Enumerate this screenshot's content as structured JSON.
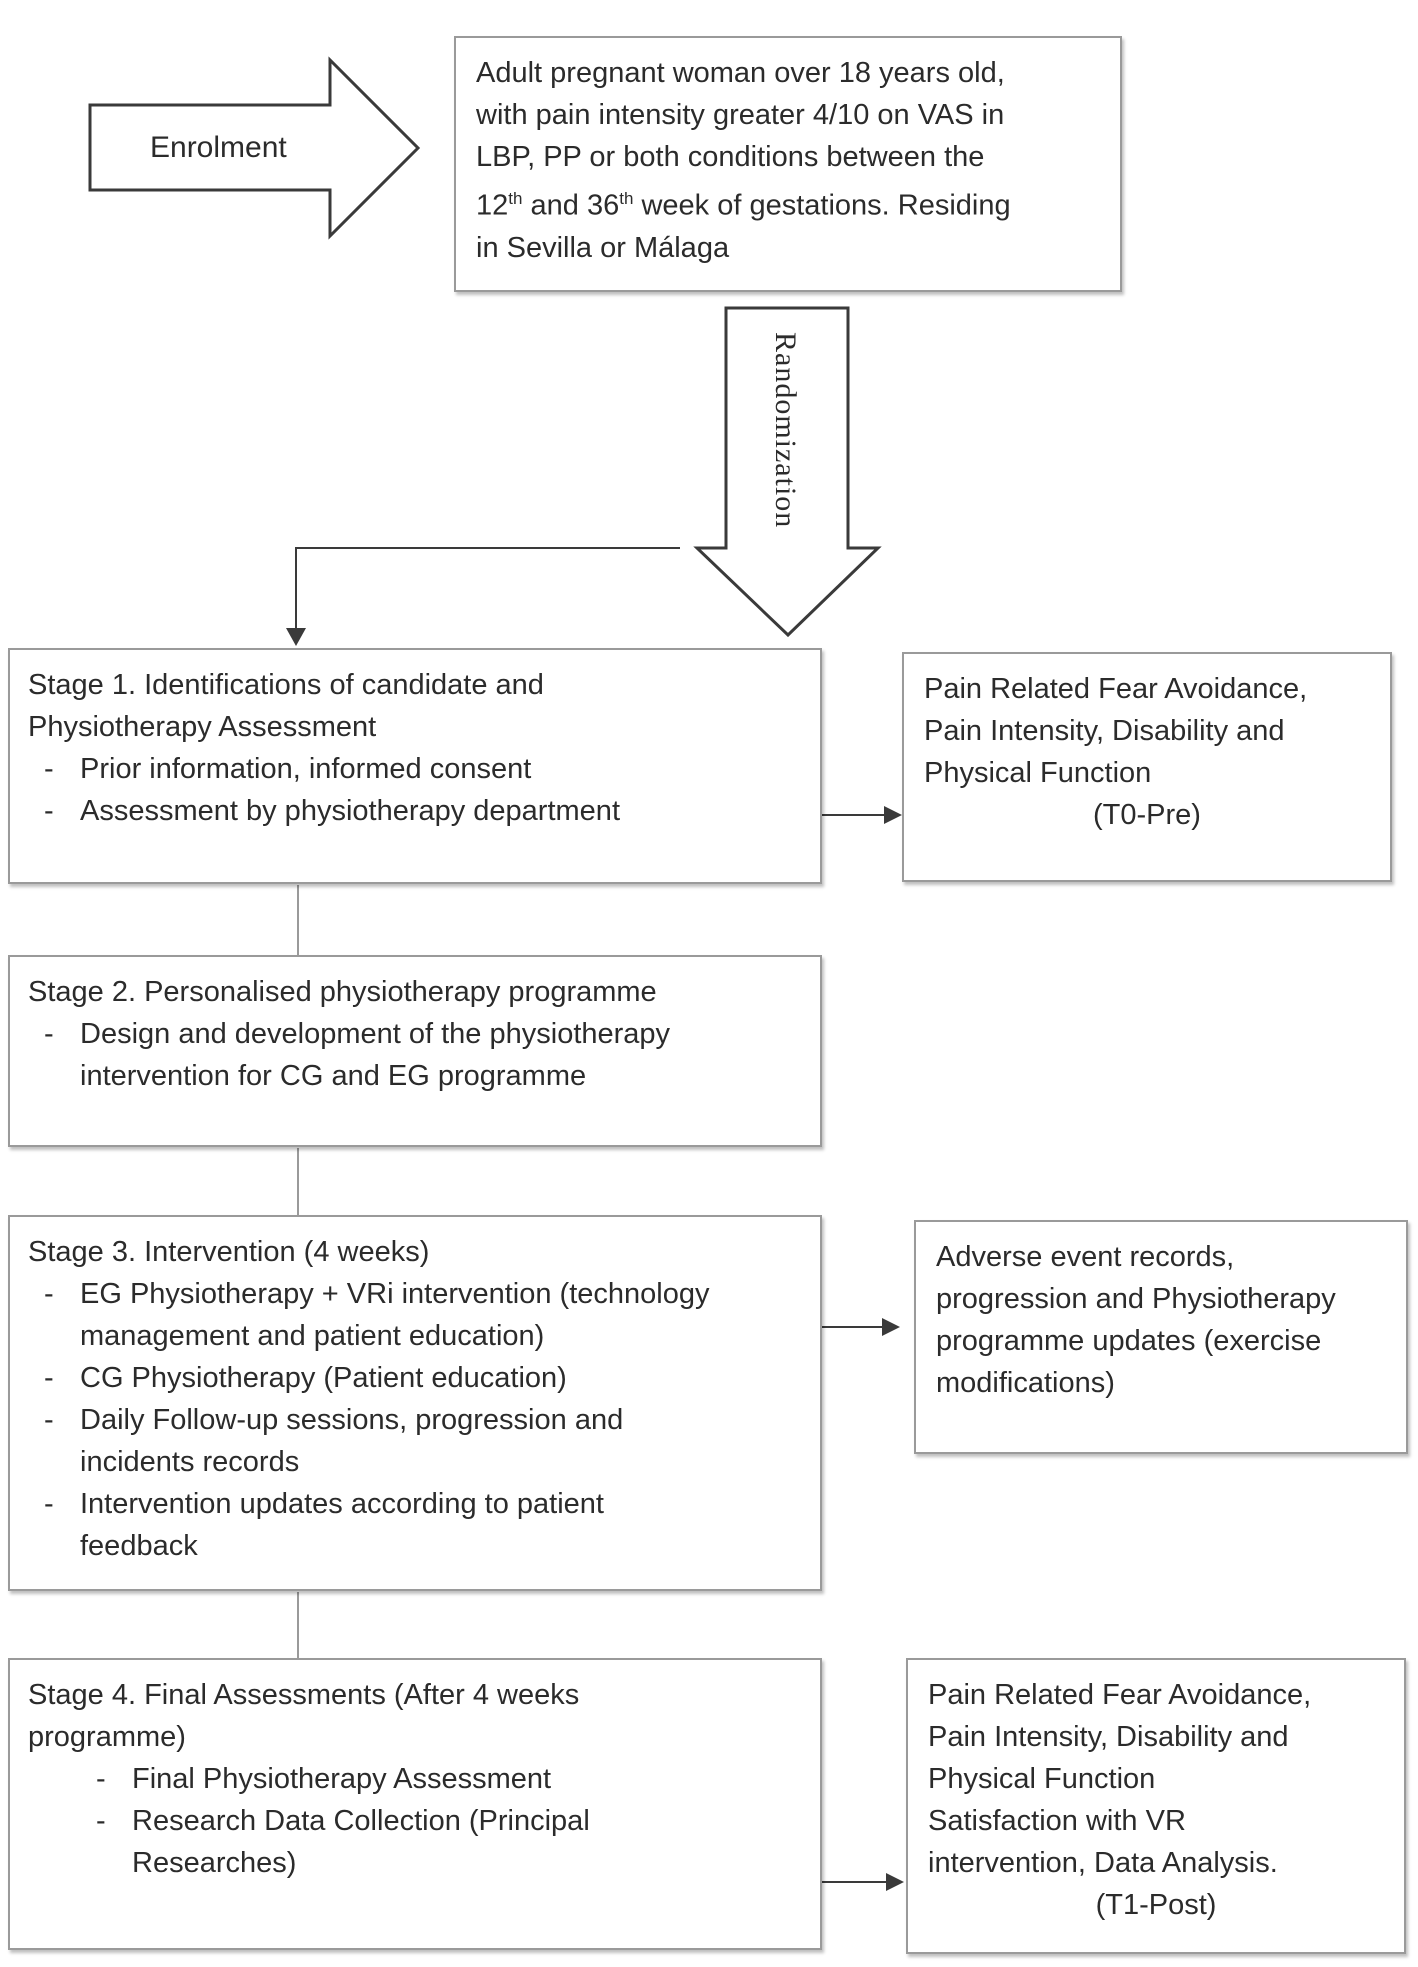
{
  "enrolment": {
    "label": "Enrolment"
  },
  "criteria": {
    "line1": "Adult pregnant woman over 18 years old,",
    "line2": "with pain intensity greater 4/10 on VAS in",
    "line3": "LBP, PP or both conditions between the",
    "line4_pre": "12",
    "line4_sup1": "th",
    "line4_mid": " and 36",
    "line4_sup2": "th",
    "line4_post": " week of gestations. Residing",
    "line5": "in Sevilla or Málaga"
  },
  "randomization": {
    "label": "Randomization"
  },
  "stage1": {
    "title_line1": "Stage 1. Identifications of candidate and",
    "title_line2": "Physiotherapy Assessment",
    "items": [
      "Prior information, informed consent",
      "Assessment by physiotherapy department"
    ]
  },
  "outcome_pre": {
    "line1": "Pain Related Fear Avoidance,",
    "line2": "Pain Intensity, Disability and",
    "line3": "Physical Function",
    "line4": "(T0-Pre)"
  },
  "stage2": {
    "title": "Stage 2.  Personalised physiotherapy programme",
    "items": [
      "Design and development of the physiotherapy intervention for CG and EG programme"
    ]
  },
  "stage3": {
    "title": "Stage 3. Intervention (4 weeks)",
    "items": [
      "EG Physiotherapy + VRi intervention (technology management and patient education)",
      "CG Physiotherapy (Patient education)",
      "Daily Follow-up sessions, progression and incidents records",
      "Intervention updates according to patient feedback"
    ]
  },
  "adverse": {
    "line1": "Adverse event records,",
    "line2": "progression and Physiotherapy",
    "line3": "programme updates (exercise",
    "line4": "modifications)"
  },
  "stage4": {
    "title_line1": "Stage 4. Final Assessments (After 4 weeks",
    "title_line2": "programme)",
    "items": [
      "Final Physiotherapy Assessment",
      "Research Data Collection (Principal Researches)"
    ]
  },
  "outcome_post": {
    "line1": "Pain Related Fear Avoidance,",
    "line2": "Pain Intensity, Disability and",
    "line3": "Physical Function",
    "line4": "Satisfaction with VR",
    "line5": "intervention, Data Analysis.",
    "line6": "(T1-Post)"
  }
}
